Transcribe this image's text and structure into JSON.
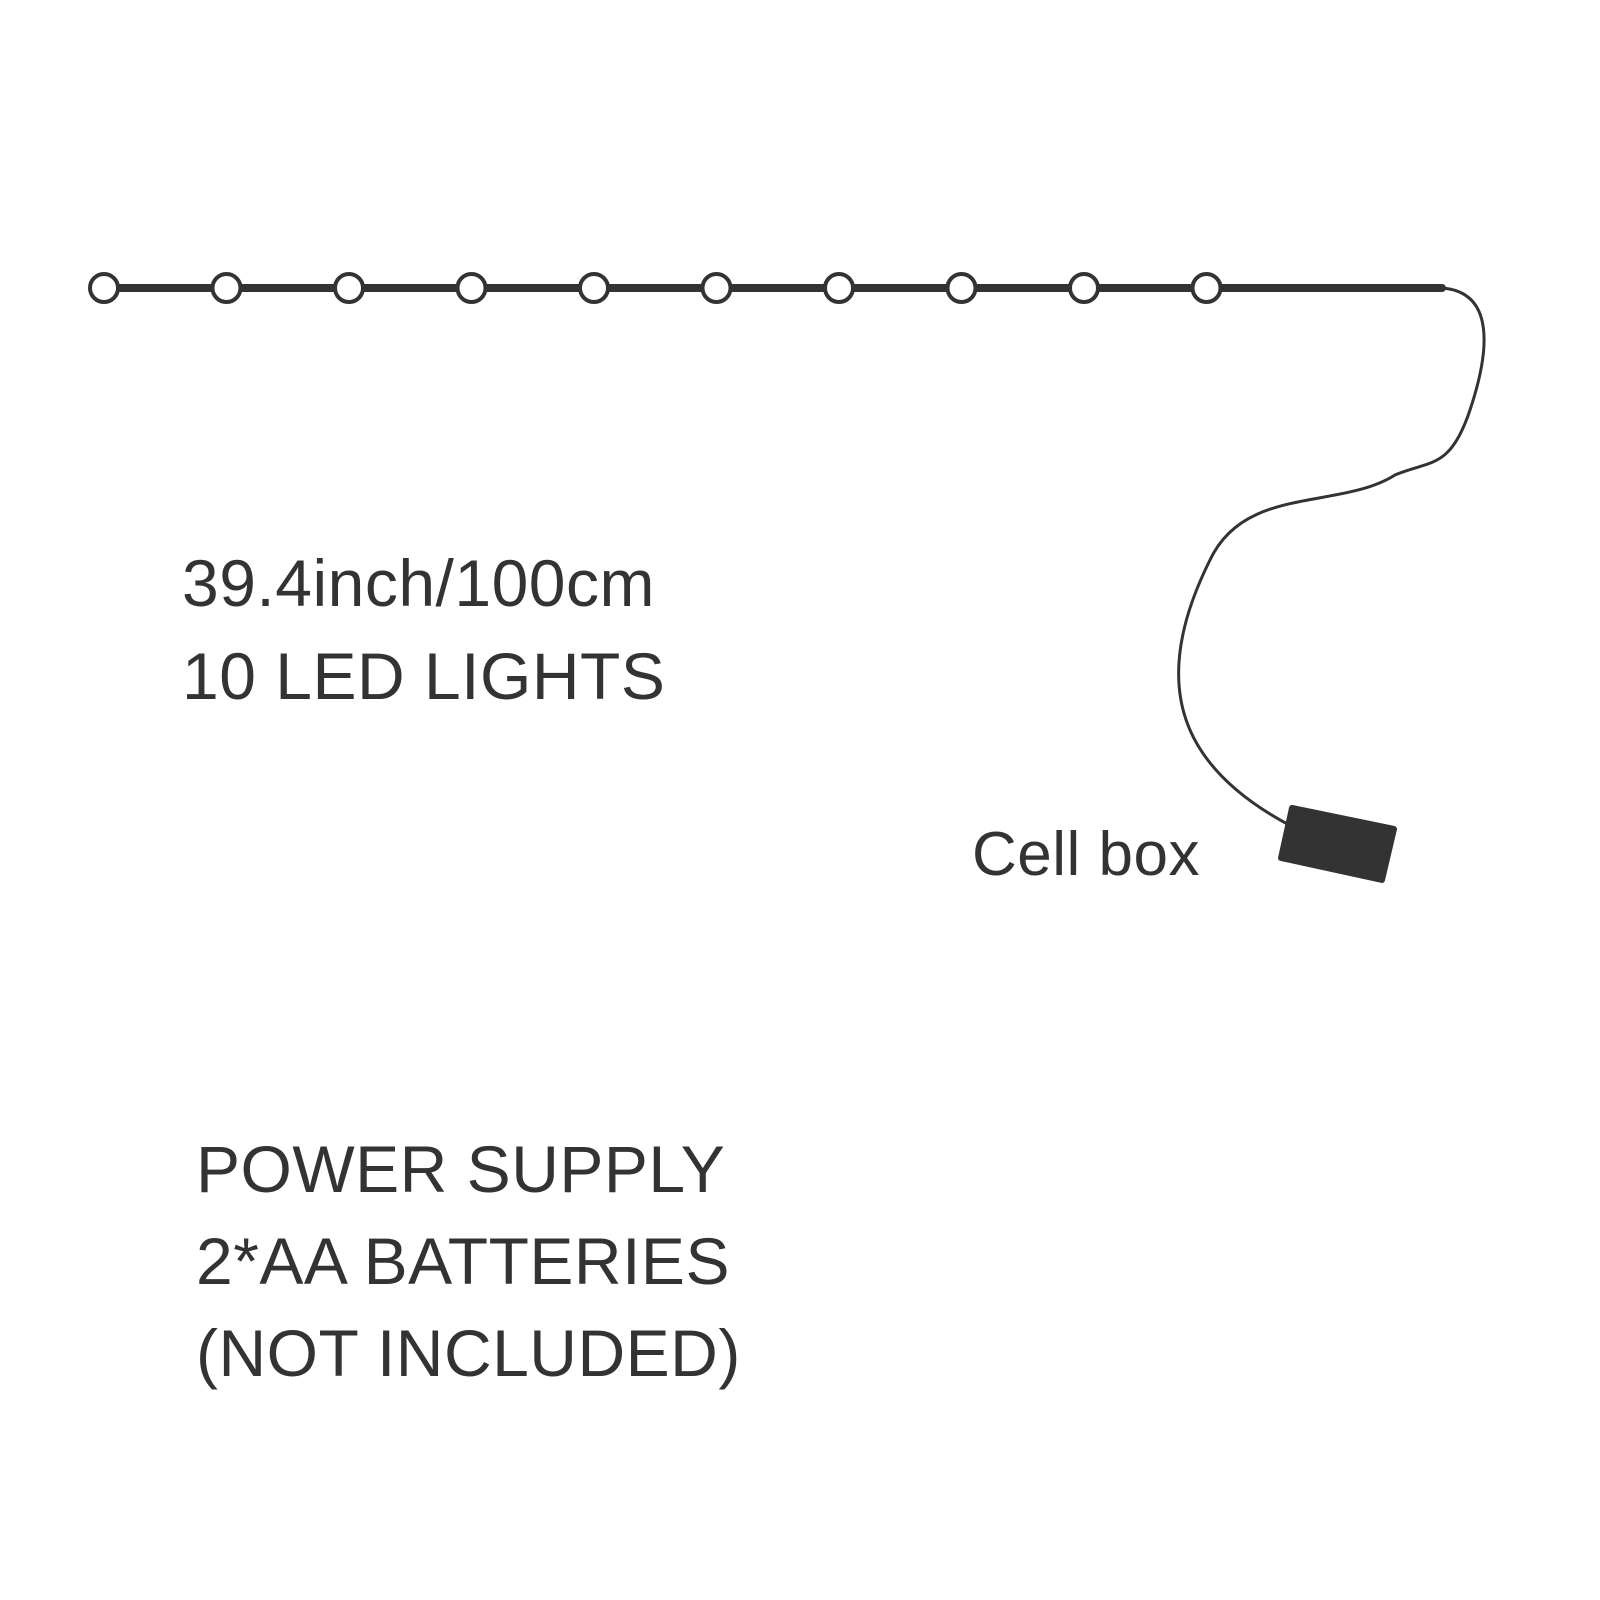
{
  "diagram": {
    "led_count": 10,
    "colors": {
      "text": "#333333",
      "wire": "#333333",
      "led_fill": "#ffffff",
      "cell_box": "#333333"
    }
  },
  "labels": {
    "length": "39.4inch/100cm",
    "led_lights": "10 LED LIGHTS",
    "cell_box": "Cell box",
    "power_supply": "POWER SUPPLY",
    "batteries": "2*AA BATTERIES",
    "not_included": "(NOT INCLUDED)"
  }
}
